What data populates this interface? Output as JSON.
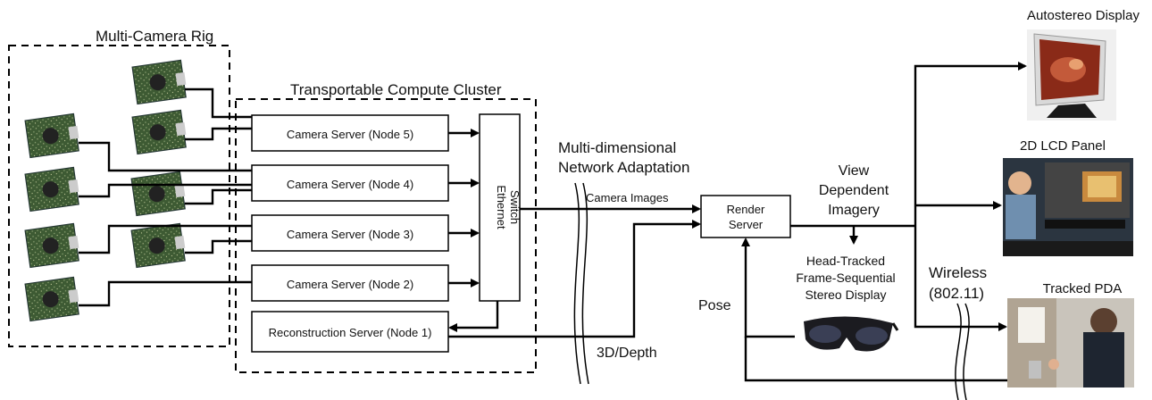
{
  "groups": {
    "rig": "Multi-Camera Rig",
    "cluster": "Transportable Compute Cluster"
  },
  "nodes": {
    "cam5": "Camera Server (Node 5)",
    "cam4": "Camera Server (Node 4)",
    "cam3": "Camera Server (Node 3)",
    "cam2": "Camera Server (Node 2)",
    "recon": "Reconstruction Server (Node 1)",
    "switch_line1": "Ethernet",
    "switch_line2": "Switch",
    "render_line1": "Render",
    "render_line2": "Server"
  },
  "labels": {
    "network_line1": "Multi-dimensional",
    "network_line2": "Network Adaptation",
    "camera_images": "Camera Images",
    "depth": "3D/Depth",
    "pose": "Pose",
    "view_line1": "View",
    "view_line2": "Dependent",
    "view_line3": "Imagery",
    "head_line1": "Head-Tracked",
    "head_line2": "Frame-Sequential",
    "head_line3": "Stereo Display",
    "wireless_line1": "Wireless",
    "wireless_line2": "(802.11)"
  },
  "displays": {
    "autostereo": "Autostereo Display",
    "lcd": "2D LCD Panel",
    "pda": "Tracked PDA"
  }
}
